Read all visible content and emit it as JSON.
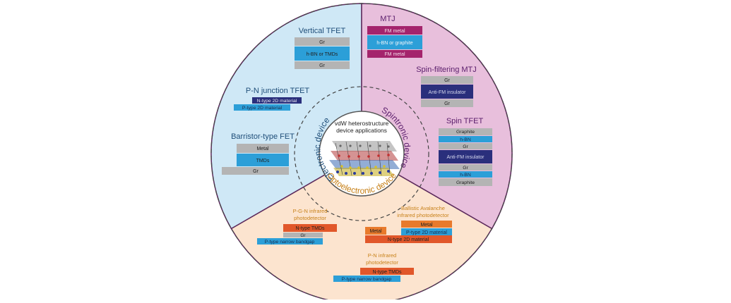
{
  "colors": {
    "electronic_bg": "#cfe8f6",
    "spintronic_bg": "#e8bfdc",
    "optoelectronic_bg": "#fce4cf",
    "sector_line": "#5c2a5c",
    "title_blue": "#1f4e79",
    "title_purple": "#5a1d6b",
    "title_orange": "#c8821a",
    "gray_layer": "#b4b4b4",
    "blue_layer": "#2c9fd8",
    "navy_layer": "#2a2f7c",
    "magenta_layer": "#a4246c",
    "orange_layer": "#e87a2c",
    "red_orange_layer": "#e1572a"
  },
  "center": {
    "title_line1": "vdW heterostructure",
    "title_line2": "device applications"
  },
  "sectors": {
    "electronic": "Electronic device",
    "spintronic": "Spintronic device",
    "optoelectronic": "Optoelectronic device"
  },
  "vertical_tfet": {
    "title": "Vertical TFET",
    "layers": [
      "Gr",
      "h-BN or TMDs",
      "Gr"
    ]
  },
  "pn_tfet": {
    "title": "P-N junction TFET",
    "layers": [
      "N-type 2D material",
      "P-type 2D material"
    ]
  },
  "barristor": {
    "title": "Barristor-type FET",
    "layers": [
      "Metal",
      "TMDs",
      "Gr"
    ]
  },
  "mtj": {
    "title": "MTJ",
    "layers": [
      "FM metal",
      "h-BN or graphite",
      "FM metal"
    ]
  },
  "spin_filter_mtj": {
    "title": "Spin-filtering MTJ",
    "layers": [
      "Gr",
      "Anti-FM insulator",
      "Gr"
    ]
  },
  "spin_tfet": {
    "title": "Spin TFET",
    "layers": [
      "Graphite",
      "h-BN",
      "Gr",
      "Anti-FM insulator",
      "Gr",
      "h-BN",
      "Graphite"
    ]
  },
  "pgn_detector": {
    "title_line1": "P-G-N infrared",
    "title_line2": "photodetector",
    "layers": [
      "N-type TMDs",
      "Gr",
      "P-type narrow bandgap"
    ]
  },
  "ballistic_detector": {
    "title_line1": "Ballistic Avalanche",
    "title_line2": "infrared photodetector",
    "layers": [
      "Metal",
      "Metal",
      "P-type 2D material",
      "N-type 2D material"
    ]
  },
  "pn_detector": {
    "title_line1": "P-N infrared",
    "title_line2": "photodetector",
    "layers": [
      "N-type TMDs",
      "P-type narrow bandgap"
    ]
  }
}
